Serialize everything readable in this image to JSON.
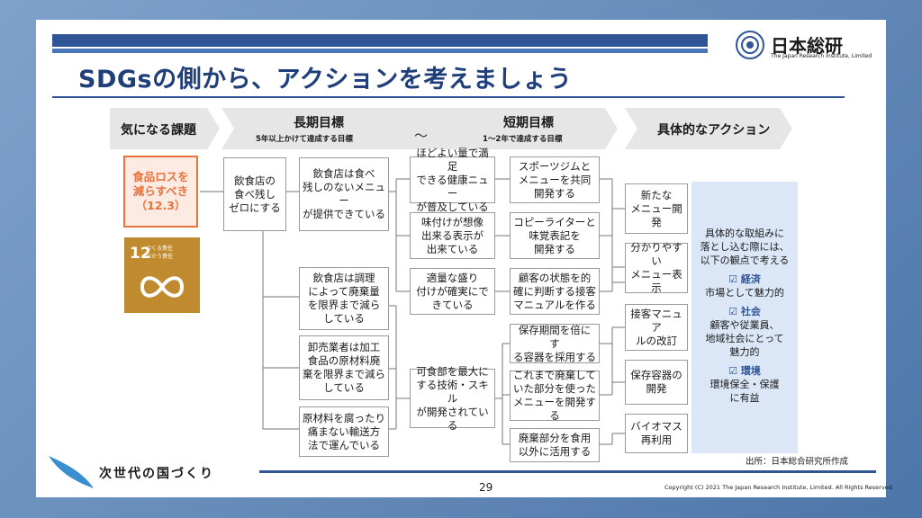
{
  "header": {
    "title": "SDGsの側から、アクションを考えましょう",
    "logo_name": "日本総研",
    "logo_sub": "The Japan Research Institute, Limited"
  },
  "steps": [
    {
      "label": "気になる課題",
      "sub": ""
    },
    {
      "label": "長期目標",
      "sub": "5年以上かけて達成する目標"
    },
    {
      "label": "短期目標",
      "sub": "1～2年で達成する目標"
    },
    {
      "label": "具体的なアクション",
      "sub": ""
    }
  ],
  "wave": "～",
  "issue": "食品ロスを\n減らすべき\n（12.3）",
  "sdg": {
    "number": "12",
    "text": "つくる責任\nつかう責任",
    "color": "#bf8b2e"
  },
  "long_goal_root": "飲食店の\n食べ残し\nゼロにする",
  "long_goals": [
    "飲食店は食べ\n残しのないメニュー\nが提供できている",
    "飲食店は調理\nによって廃棄量\nを限界まで減ら\nしている",
    "卸売業者は加工\n食品の原材料廃\n棄を限界まで減ら\nしている",
    "原材料を腐ったり\n痛まない輸送方\n法で運んでいる"
  ],
  "mid_goals": [
    "ほどよい量で満足\nできる健康ニュー\nが普及している",
    "味付けが想像\n出来る表示が\n出来ている",
    "適量な盛り\n付けが確実にで\nきている",
    "可食部を最大に\nする技術・スキル\nが開発されている"
  ],
  "short_goals": [
    "スポーツジムと\nメニューを共同\n開発する",
    "コピーライターと\n味覚表記を\n開発する",
    "顧客の状態を的\n確に判断する接客\nマニュアルを作る",
    "保存期間を倍にす\nる容器を採用する",
    "これまで廃棄して\nいた部分を使った\nメニューを開発する",
    "廃棄部分を食用\n以外に活用する"
  ],
  "actions": [
    "新たな\nメニュー開発",
    "分かりやすい\nメニュー表示",
    "接客マニュア\nルの改訂",
    "保存容器の\n開発",
    "バイオマス\n再利用"
  ],
  "viewpoints": {
    "intro": "具体的な取組みに\n落とし込む際には、\n以下の観点で考える",
    "items": [
      {
        "head": "☑ 経済",
        "body": "市場として魅力的"
      },
      {
        "head": "☑ 社会",
        "body": "顧客や従業員、\n地域社会にとって\n魅力的"
      },
      {
        "head": "☑ 環境",
        "body": "環境保全・保護\nに有益"
      }
    ]
  },
  "footer": {
    "brand": "次世代の国づくり",
    "source": "出所：日本総合研究所作成",
    "page": "29",
    "copyright": "Copyright (C) 2021 The Japan Research Institute, Limited. All Rights Reserved."
  },
  "colors": {
    "accent": "#2f5597",
    "issue": "#e8733d",
    "chevron": "#e7e6e6"
  }
}
